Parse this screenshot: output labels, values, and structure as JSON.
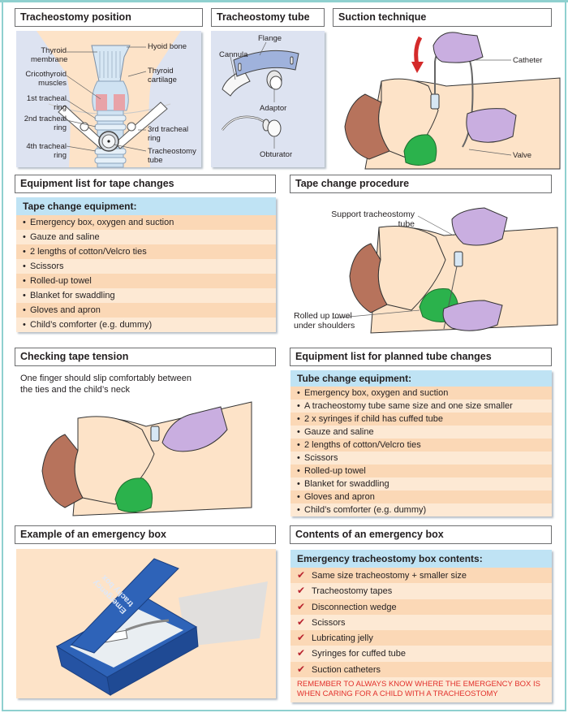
{
  "panels": {
    "tracheostomy_position": {
      "title": "Tracheostomy position",
      "labels": {
        "thyroid_membrane": "Thyroid\nmembrane",
        "hyoid_bone": "Hyoid bone",
        "cricothyroid_muscles": "Cricothyroid\nmuscles",
        "thyroid_cartilage": "Thyroid\ncartilage",
        "first_ring": "1st tracheal\nring",
        "second_ring": "2nd tracheal\nring",
        "third_ring": "3rd tracheal\nring",
        "fourth_ring": "4th tracheal\nring",
        "tracheostomy_tube": "Tracheostomy\ntube"
      }
    },
    "tracheostomy_tube": {
      "title": "Tracheostomy tube",
      "labels": {
        "flange": "Flange",
        "cannula": "Cannula",
        "adaptor": "Adaptor",
        "obturator": "Obturator"
      }
    },
    "suction_technique": {
      "title": "Suction technique",
      "labels": {
        "catheter": "Catheter",
        "valve": "Valve"
      }
    },
    "equipment_tape_changes": {
      "title": "Equipment list for tape changes",
      "list_title": "Tape change equipment:",
      "items": [
        "Emergency box, oxygen and suction",
        "Gauze and saline",
        "2 lengths of cotton/Velcro ties",
        "Scissors",
        "Rolled-up towel",
        "Blanket for swaddling",
        "Gloves and apron",
        "Child’s comforter (e.g. dummy)"
      ]
    },
    "tape_change_procedure": {
      "title": "Tape change procedure",
      "labels": {
        "support_tube": "Support tracheostomy\ntube",
        "rolled_towel": "Rolled up towel\nunder shoulders"
      }
    },
    "checking_tape_tension": {
      "title": "Checking tape tension",
      "note": "One finger should slip comfortably between\nthe ties and the child’s neck"
    },
    "equipment_planned_tube_changes": {
      "title": "Equipment list for planned tube changes",
      "list_title": "Tube change equipment:",
      "items": [
        "Emergency box, oxygen and suction",
        "A tracheostomy tube same size and one size smaller",
        "2 x syringes if child has cuffed tube",
        "Gauze and saline",
        "2 lengths of cotton/Velcro ties",
        "Scissors",
        "Rolled-up towel",
        "Blanket for swaddling",
        "Gloves and apron",
        "Child’s comforter (e.g. dummy)"
      ]
    },
    "emergency_box_example": {
      "title": "Example of an emergency box",
      "box_lid_text": "Emergency\ntrachy box"
    },
    "emergency_box_contents": {
      "title": "Contents of an emergency box",
      "list_title": "Emergency tracheostomy box contents:",
      "check_icon": "check-icon",
      "items": [
        "Same size tracheostomy + smaller size",
        "Tracheostomy tapes",
        "Disconnection wedge",
        "Scissors",
        "Lubricating jelly",
        "Syringes for cuffed tube",
        "Suction catheters"
      ],
      "warning": "REMEMBER TO ALWAYS KNOW WHERE THE EMERGENCY BOX IS\nWHEN CARING FOR A CHILD WITH A TRACHEOSTOMY"
    }
  },
  "colors": {
    "frame": "#8fd0cf",
    "list_header": "#bfe3f4",
    "row_light": "#fde9d4",
    "row_dark": "#fbd8b6",
    "warning_text": "#e2302b",
    "glove": "#c9aee0",
    "towel": "#2bb24c",
    "hair": "#b7735c",
    "skin": "#fde3c8",
    "box_blue": "#2e63b8"
  }
}
